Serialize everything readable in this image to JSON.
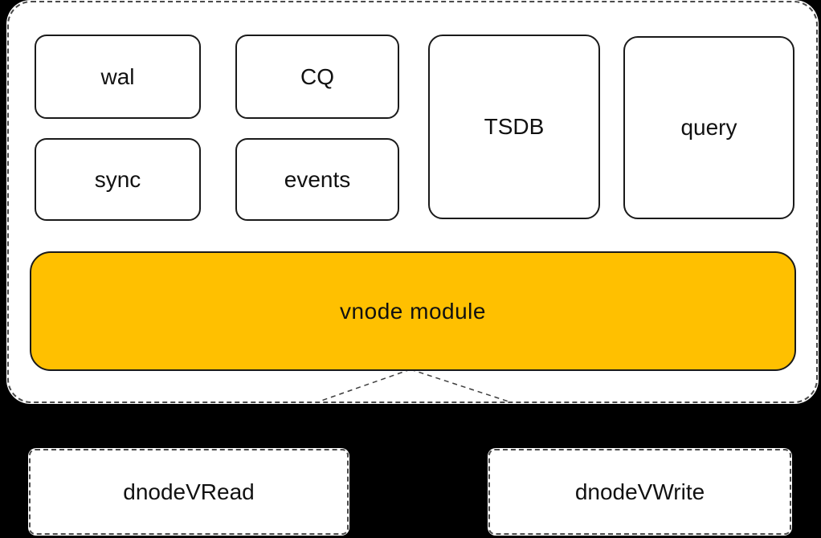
{
  "colors": {
    "background": "#000000",
    "container_fill": "#ffffff",
    "box_fill": "#ffffff",
    "box_border": "#1a1a1a",
    "dashed_border": "#4a4a4a",
    "vnode_fill": "#ffc000",
    "text": "#111111"
  },
  "container": {
    "modules": [
      {
        "label": "wal"
      },
      {
        "label": "CQ"
      },
      {
        "label": "sync"
      },
      {
        "label": "events"
      },
      {
        "label": "TSDB"
      },
      {
        "label": "query"
      }
    ],
    "vnode": {
      "label": "vnode module"
    }
  },
  "dnodes": [
    {
      "label": "dnodeVRead"
    },
    {
      "label": "dnodeVWrite"
    }
  ]
}
